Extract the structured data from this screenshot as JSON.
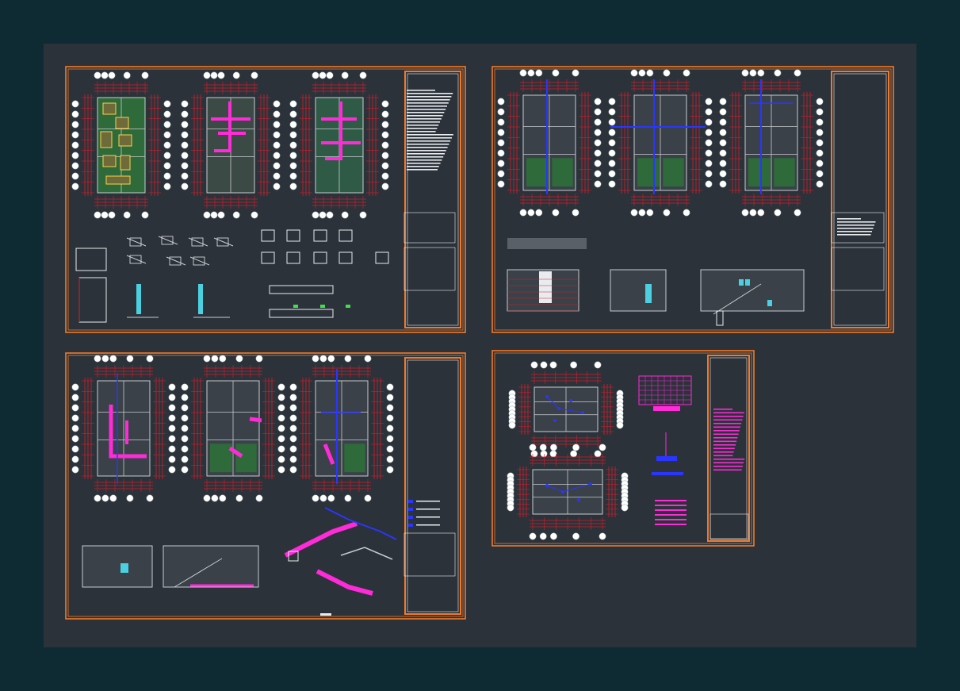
{
  "colors": {
    "background": "#0e2b33",
    "model_space": "#2b323a",
    "sheet_border": "#f07a2a",
    "dimension": "#d21e2a",
    "bubble": "#ffffff",
    "drainage": "#ff2ad8",
    "water": "#2a36ff",
    "green_area": "#2e6a3a",
    "linework": "#c8ccd0"
  },
  "sheets": [
    {
      "id": "sheet-1",
      "kind": "structural-foundation",
      "plans": 3,
      "has_details": true
    },
    {
      "id": "sheet-2",
      "kind": "architecture",
      "plans": 3,
      "has_elevations": true
    },
    {
      "id": "sheet-3",
      "kind": "sanitary",
      "plans": 3,
      "has_isometric": true
    },
    {
      "id": "sheet-4",
      "kind": "electrical",
      "plans": 2,
      "has_tables": true
    }
  ]
}
